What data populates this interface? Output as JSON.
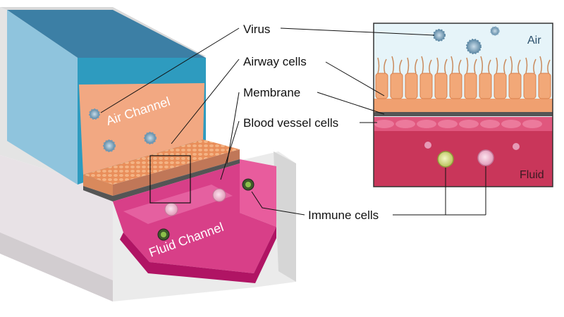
{
  "labels": {
    "virus": "Virus",
    "airway_cells": "Airway cells",
    "membrane": "Membrane",
    "blood_vessel_cells": "Blood vessel cells",
    "immune_cells": "Immune cells"
  },
  "chip": {
    "air_channel": "Air Channel",
    "fluid_channel": "Fluid Channel"
  },
  "inset": {
    "air": "Air",
    "fluid": "Fluid"
  },
  "colors": {
    "air_blue": "#2e9bbf",
    "tissue_orange": "#f2a882",
    "fluid_magenta": "#c4146c",
    "inset_fluid": "#c9365a",
    "immune_yellow": "#d9de7a",
    "virus_blue": "#6f9bb8"
  }
}
